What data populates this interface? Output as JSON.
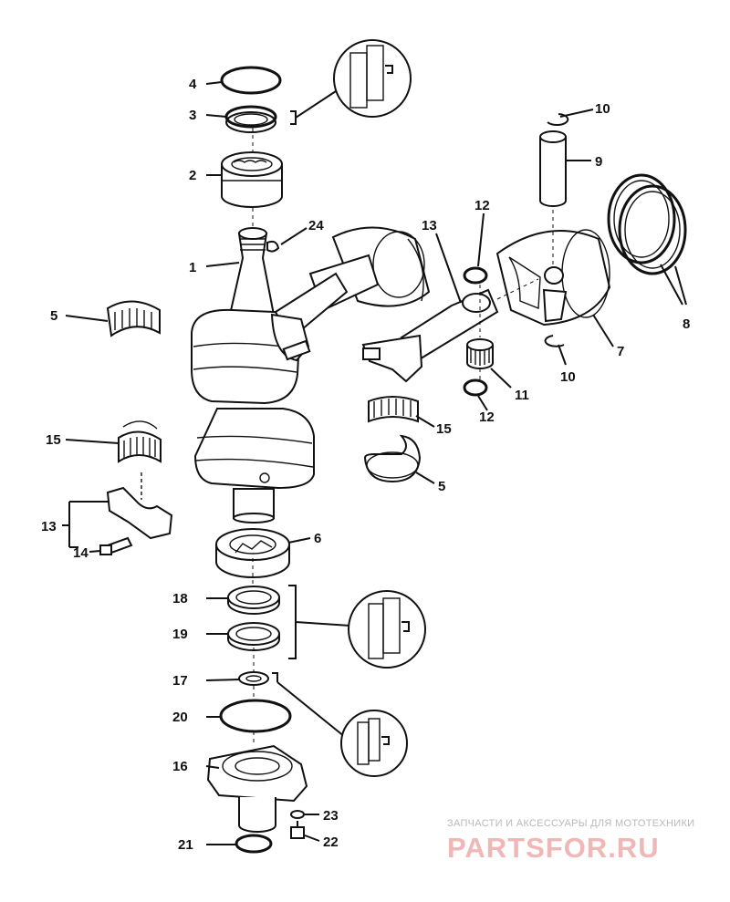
{
  "diagram": {
    "part_labels": [
      {
        "id": "p1",
        "text": "1"
      },
      {
        "id": "p2",
        "text": "2"
      },
      {
        "id": "p3",
        "text": "3"
      },
      {
        "id": "p4",
        "text": "4"
      },
      {
        "id": "p5a",
        "text": "5"
      },
      {
        "id": "p5b",
        "text": "5"
      },
      {
        "id": "p6",
        "text": "6"
      },
      {
        "id": "p7",
        "text": "7"
      },
      {
        "id": "p8",
        "text": "8"
      },
      {
        "id": "p9",
        "text": "9"
      },
      {
        "id": "p10a",
        "text": "10"
      },
      {
        "id": "p10b",
        "text": "10"
      },
      {
        "id": "p11",
        "text": "11"
      },
      {
        "id": "p12a",
        "text": "12"
      },
      {
        "id": "p12b",
        "text": "12"
      },
      {
        "id": "p13a",
        "text": "13"
      },
      {
        "id": "p13b",
        "text": "13"
      },
      {
        "id": "p14",
        "text": "14"
      },
      {
        "id": "p15a",
        "text": "15"
      },
      {
        "id": "p15b",
        "text": "15"
      },
      {
        "id": "p16",
        "text": "16"
      },
      {
        "id": "p17",
        "text": "17"
      },
      {
        "id": "p18",
        "text": "18"
      },
      {
        "id": "p19",
        "text": "19"
      },
      {
        "id": "p20",
        "text": "20"
      },
      {
        "id": "p21",
        "text": "21"
      },
      {
        "id": "p22",
        "text": "22"
      },
      {
        "id": "p23",
        "text": "23"
      },
      {
        "id": "p24",
        "text": "24"
      }
    ]
  },
  "watermark": {
    "tagline": "ЗАПЧАСТИ И АКСЕССУАРЫ ДЛЯ МОТОТЕХНИКИ",
    "logo": "PARTSFOR.RU"
  }
}
